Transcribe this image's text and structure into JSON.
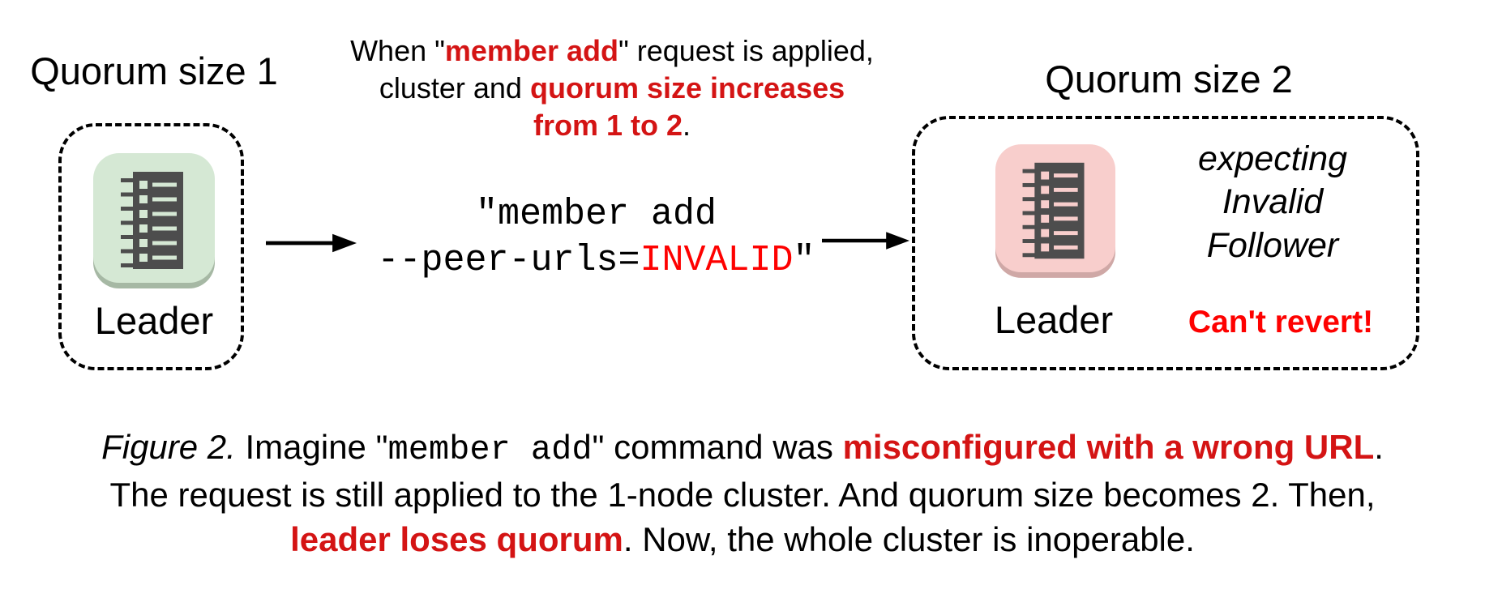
{
  "colors": {
    "background": "#ffffff",
    "text": "#000000",
    "emphasis_red": "#d41414",
    "alert_red": "#fe0100",
    "node_green_fill": "#d5e8d4",
    "node_green_shadow": "#a6b8a4",
    "node_pink_fill": "#f8cecc",
    "node_pink_shadow": "#cfa8a6",
    "node_glyph": "#4d4d4d"
  },
  "left_cluster": {
    "title": "Quorum size 1",
    "node_label": "Leader",
    "node_icon": "etcd-member-list-icon"
  },
  "right_cluster": {
    "title": "Quorum size 2",
    "node_label": "Leader",
    "node_icon": "etcd-member-list-icon",
    "note_lines": [
      "expecting",
      "Invalid",
      "Follower"
    ],
    "warning": "Can't revert!"
  },
  "annotation": {
    "lines": [
      [
        {
          "t": "When \"",
          "s": "plain"
        },
        {
          "t": "member add",
          "s": "red-bold"
        },
        {
          "t": "\" request is applied,",
          "s": "plain"
        }
      ],
      [
        {
          "t": "cluster and ",
          "s": "plain"
        },
        {
          "t": "quorum size increases",
          "s": "red-bold"
        }
      ],
      [
        {
          "t": "from 1 to 2",
          "s": "red-bold"
        },
        {
          "t": ".",
          "s": "plain"
        }
      ]
    ]
  },
  "command": {
    "lines": [
      [
        {
          "t": "\"member add",
          "s": "mono"
        }
      ],
      [
        {
          "t": "--peer-urls=",
          "s": "mono"
        },
        {
          "t": "INVALID",
          "s": "mono-red"
        },
        {
          "t": "\"",
          "s": "mono"
        }
      ]
    ]
  },
  "caption": {
    "lines": [
      [
        {
          "t": "Figure 2.",
          "s": "italic"
        },
        {
          "t": " Imagine \"",
          "s": "plain"
        },
        {
          "t": "member add",
          "s": "mono"
        },
        {
          "t": "\" command was ",
          "s": "plain"
        },
        {
          "t": "misconfigured with a wrong URL",
          "s": "red-bold"
        },
        {
          "t": ".",
          "s": "plain"
        }
      ],
      [
        {
          "t": "The request is still applied to the 1-node cluster. And quorum size becomes 2. Then,",
          "s": "plain"
        }
      ],
      [
        {
          "t": "leader loses quorum",
          "s": "red-bold"
        },
        {
          "t": ". Now, the whole cluster is inoperable.",
          "s": "plain"
        }
      ]
    ]
  }
}
